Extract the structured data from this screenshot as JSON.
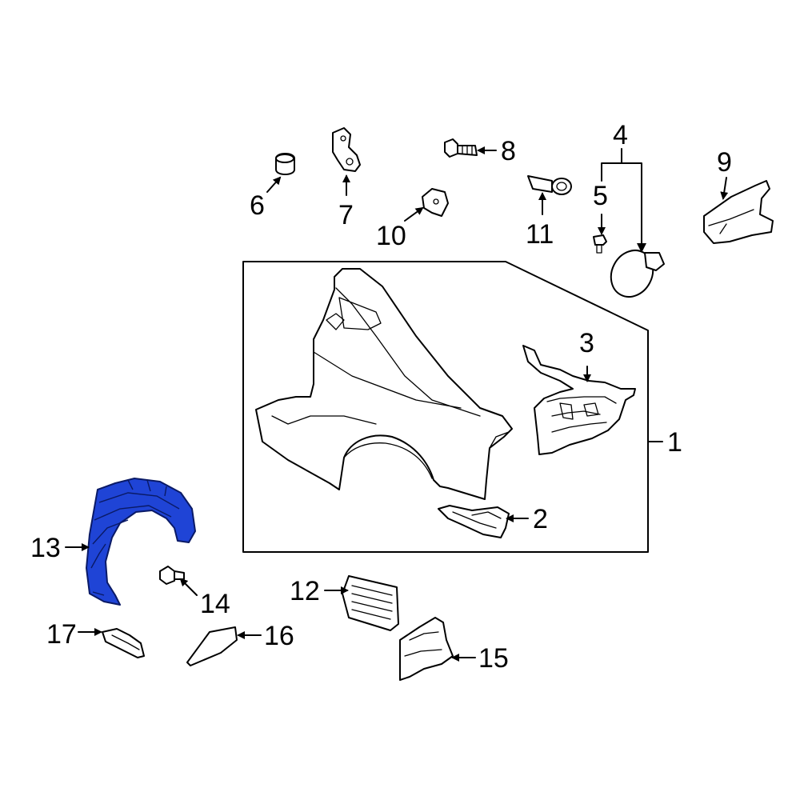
{
  "colors": {
    "background": "#ffffff",
    "line": "#000000",
    "highlight": "#1f44d6"
  },
  "callouts": {
    "c1": "1",
    "c2": "2",
    "c3": "3",
    "c4": "4",
    "c5": "5",
    "c6": "6",
    "c7": "7",
    "c8": "8",
    "c9": "9",
    "c10": "10",
    "c11": "11",
    "c12": "12",
    "c13": "13",
    "c14": "14",
    "c15": "15",
    "c16": "16",
    "c17": "17"
  },
  "highlighted_part": "13"
}
